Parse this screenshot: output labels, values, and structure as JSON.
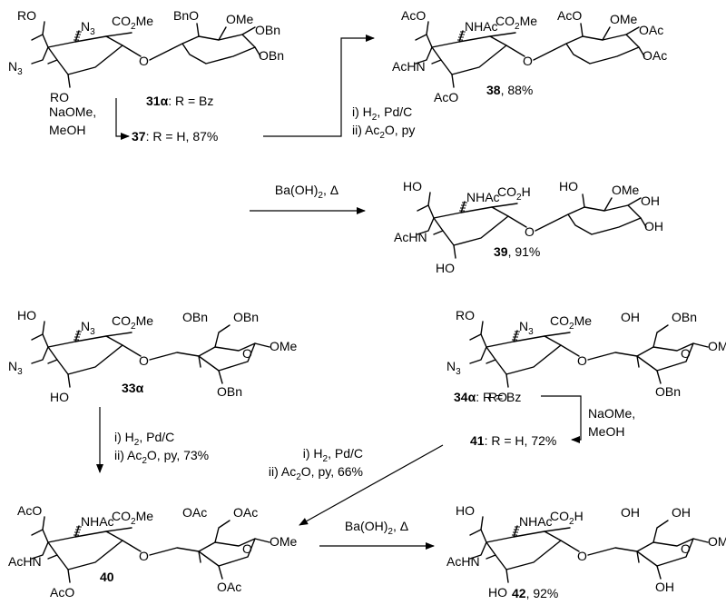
{
  "molecules": [
    {
      "id": "31a-37",
      "groups": {
        "g1": "RO",
        "g2": "N3",
        "g3": "CO2Me",
        "g4": "N3",
        "g5": "RO",
        "g6": "O",
        "g7": "BnO",
        "g8": "OMe",
        "g9": "OBn",
        "g10": "OBn"
      }
    },
    {
      "id": "38",
      "groups": {
        "g1": "AcO",
        "g2": "NHAc",
        "g3": "CO2Me",
        "g4": "AcHN",
        "g5": "AcO",
        "g6": "O",
        "g7": "AcO",
        "g8": "OMe",
        "g9": "OAc",
        "g10": "OAc"
      }
    },
    {
      "id": "39",
      "groups": {
        "g1": "HO",
        "g2": "NHAc",
        "g3": "CO2H",
        "g4": "AcHN",
        "g5": "HO",
        "g6": "O",
        "g7": "HO",
        "g8": "OMe",
        "g9": "OH",
        "g10": "OH"
      }
    },
    {
      "id": "33a",
      "groups": {
        "g1": "HO",
        "g2": "N3",
        "g3": "CO2Me",
        "g4": "N3",
        "g5": "HO",
        "g6": "O",
        "g7": "OBn",
        "g8": "OBn",
        "g9": "OMe",
        "g10": "OBn"
      }
    },
    {
      "id": "34a-41",
      "groups": {
        "g1": "RO",
        "g2": "N3",
        "g3": "CO2Me",
        "g4": "N3",
        "g5": "RO",
        "g6": "O",
        "g7": "OH",
        "g8": "OBn",
        "g9": "OMe",
        "g10": "OBn"
      }
    },
    {
      "id": "40",
      "groups": {
        "g1": "AcO",
        "g2": "NHAc",
        "g3": "CO2Me",
        "g4": "AcHN",
        "g5": "AcO",
        "g6": "O",
        "g7": "OAc",
        "g8": "OAc",
        "g9": "OMe",
        "g10": "OAc"
      }
    },
    {
      "id": "42",
      "groups": {
        "g1": "HO",
        "g2": "NHAc",
        "g3": "CO2H",
        "g4": "AcHN",
        "g5": "HO",
        "g6": "O",
        "g7": "OH",
        "g8": "OH",
        "g9": "OMe",
        "g10": "OH"
      }
    }
  ],
  "compound_labels": [
    {
      "id": "31a",
      "number": "31α",
      "rest": ": R = Bz"
    },
    {
      "id": "37",
      "number": "37",
      "rest": ": R = H, 87%"
    },
    {
      "id": "38",
      "number": "38",
      "rest": ", 88%"
    },
    {
      "id": "39",
      "number": "39",
      "rest": ", 91%"
    },
    {
      "id": "33a",
      "number": "33α",
      "rest": ""
    },
    {
      "id": "34a",
      "number": "34α",
      "rest": ": R = Bz"
    },
    {
      "id": "41",
      "number": "41",
      "rest": ": R = H, 72%"
    },
    {
      "id": "40",
      "number": "40",
      "rest": ""
    },
    {
      "id": "42",
      "number": "42",
      "rest": ", 92%"
    }
  ],
  "reagents": [
    {
      "id": "r1",
      "lines": [
        "NaOMe,",
        "MeOH"
      ]
    },
    {
      "id": "r2",
      "lines": [
        "i) H2, Pd/C",
        "ii) Ac2O, py"
      ]
    },
    {
      "id": "r3",
      "lines": [
        "Ba(OH)2, Δ"
      ]
    },
    {
      "id": "r4",
      "lines": [
        "i) H2, Pd/C",
        "ii) Ac2O, py, 73%"
      ]
    },
    {
      "id": "r5",
      "lines": [
        "NaOMe,",
        "MeOH"
      ]
    },
    {
      "id": "r6",
      "lines": [
        "i) H2, Pd/C",
        "ii) Ac2O, py, 66%"
      ]
    },
    {
      "id": "r7",
      "lines": [
        "Ba(OH)2, Δ"
      ]
    }
  ]
}
